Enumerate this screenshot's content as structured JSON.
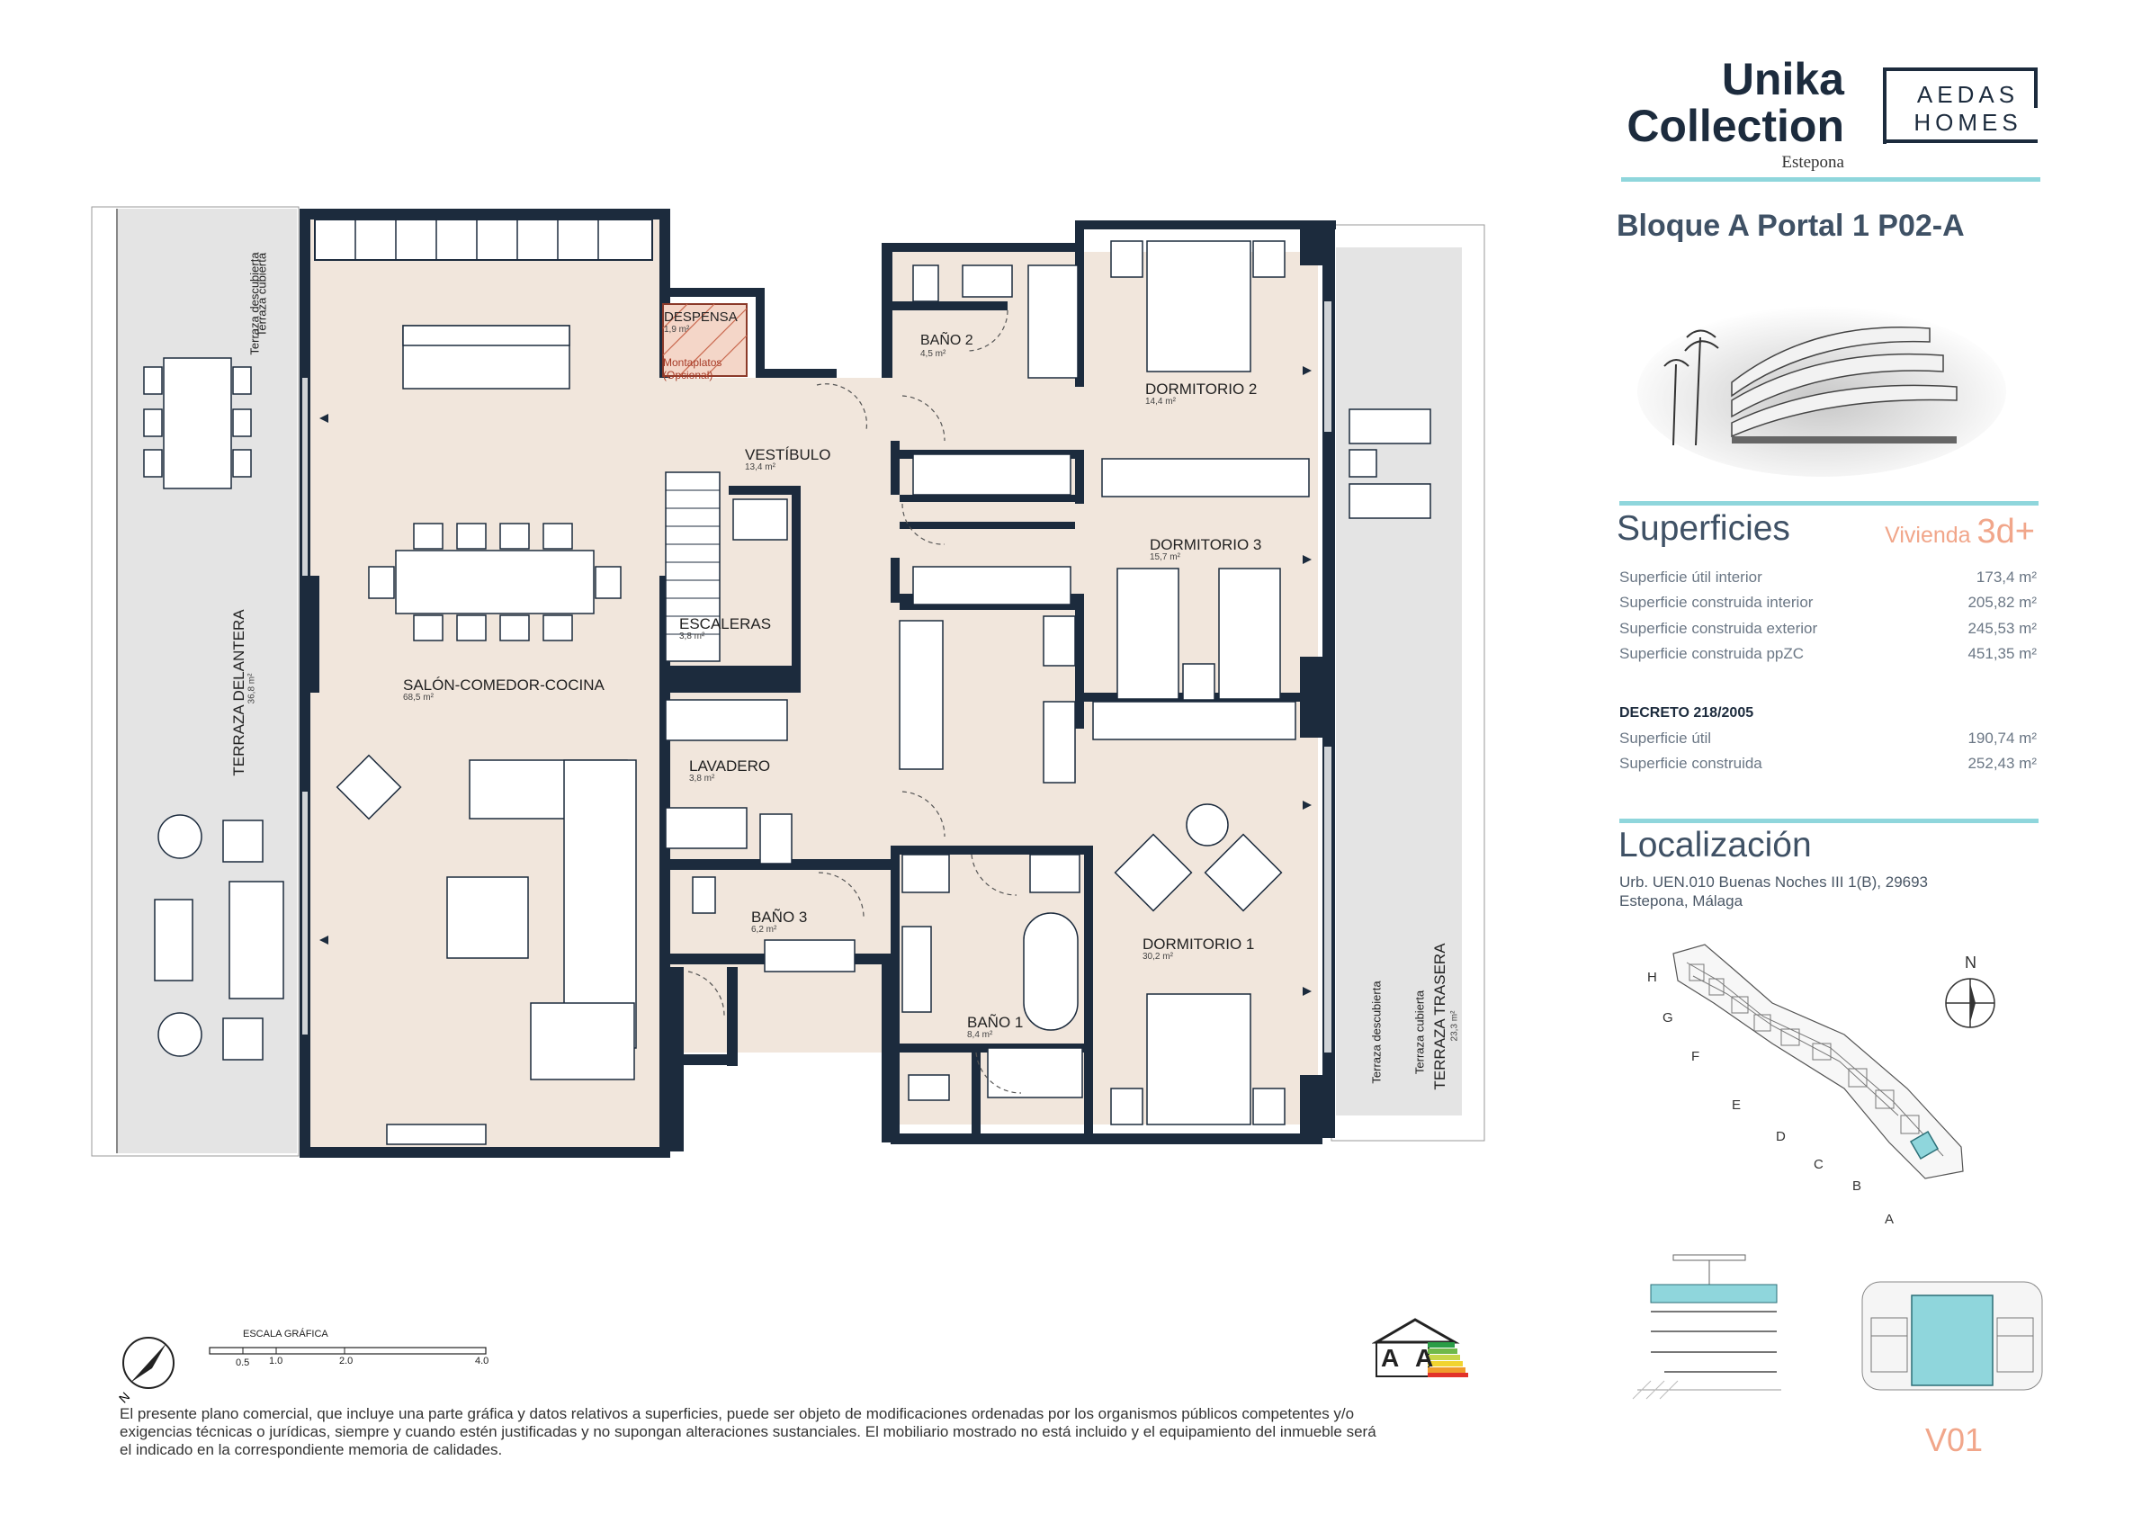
{
  "brand": {
    "line1": "Unika",
    "line2": "Collection",
    "city": "Estepona",
    "partner_line1": "AEDAS",
    "partner_line2": "HOMES"
  },
  "unit": {
    "title": "Bloque A Portal 1 P02-A"
  },
  "superficies": {
    "heading": "Superficies",
    "vivienda_label": "Vivienda",
    "vivienda_type": "3d+",
    "rows": [
      {
        "label": "Superficie útil interior",
        "value": "173,4 m²"
      },
      {
        "label": "Superficie construida interior",
        "value": "205,82 m²"
      },
      {
        "label": "Superficie construida exterior",
        "value": "245,53 m²"
      },
      {
        "label": "Superficie construida ppZC",
        "value": "451,35 m²"
      }
    ],
    "decreto_heading": "DECRETO 218/2005",
    "decreto_rows": [
      {
        "label": "Superficie útil",
        "value": "190,74 m²"
      },
      {
        "label": "Superficie construida",
        "value": "252,43 m²"
      }
    ]
  },
  "localizacion": {
    "heading": "Localización",
    "line1": "Urb. UEN.010 Buenas Noches III 1(B), 29693",
    "line2": "Estepona, Málaga",
    "north": "N",
    "blocks": [
      "H",
      "G",
      "F",
      "E",
      "D",
      "C",
      "B",
      "A"
    ]
  },
  "rooms": {
    "salon": {
      "name": "SALÓN-COMEDOR-COCINA",
      "area": "68,5 m²"
    },
    "despensa": {
      "name": "DESPENSA",
      "area": "1,9 m²",
      "note1": "Montaplatos",
      "note2": "(Opcional)"
    },
    "bano2": {
      "name": "BAÑO 2",
      "area": "4,5 m²"
    },
    "dorm2": {
      "name": "DORMITORIO 2",
      "area": "14,4 m²"
    },
    "vestibulo": {
      "name": "VESTÍBULO",
      "area": "13,4 m²"
    },
    "dorm3": {
      "name": "DORMITORIO 3",
      "area": "15,7 m²"
    },
    "escaleras": {
      "name": "ESCALERAS",
      "area": "3,8 m²"
    },
    "lavadero": {
      "name": "LAVADERO",
      "area": "3,8 m²"
    },
    "bano3": {
      "name": "BAÑO 3",
      "area": "6,2 m²"
    },
    "dorm1": {
      "name": "DORMITORIO 1",
      "area": "30,2 m²"
    },
    "bano1": {
      "name": "BAÑO 1",
      "area": "8,4 m²"
    },
    "terr_del": {
      "name": "TERRAZA DELANTERA",
      "area": "36,8 m²"
    },
    "terr_tra": {
      "name": "TERRAZA TRASERA",
      "area": "23,3 m²"
    },
    "terr_desc": "Terraza descubierta",
    "terr_cub": "Terraza cubierta"
  },
  "scale": {
    "label": "ESCALA GRÁFICA",
    "ticks": [
      "0.5",
      "1.0",
      "2.0",
      "4.0"
    ]
  },
  "energy": {
    "label1": "A",
    "label2": "A"
  },
  "footer": {
    "line1": "El presente plano comercial, que incluye una parte gráfica y datos relativos a superficies, puede ser objeto de modificaciones ordenadas por los organismos públicos competentes y/o",
    "line2": "exigencias técnicas o jurídicas, siempre y cuando estén justificadas y no supongan alteraciones sustanciales. El mobiliario mostrado no está incluido y el equipamiento del inmueble será",
    "line3": "el indicado en la correspondiente memoria de calidades."
  },
  "version": "V01",
  "colors": {
    "navy": "#1c2b3d",
    "floor": "#f1e6dc",
    "terrace": "#e3e3e3",
    "accent": "#8fd6dc",
    "orange": "#f1a68a"
  }
}
